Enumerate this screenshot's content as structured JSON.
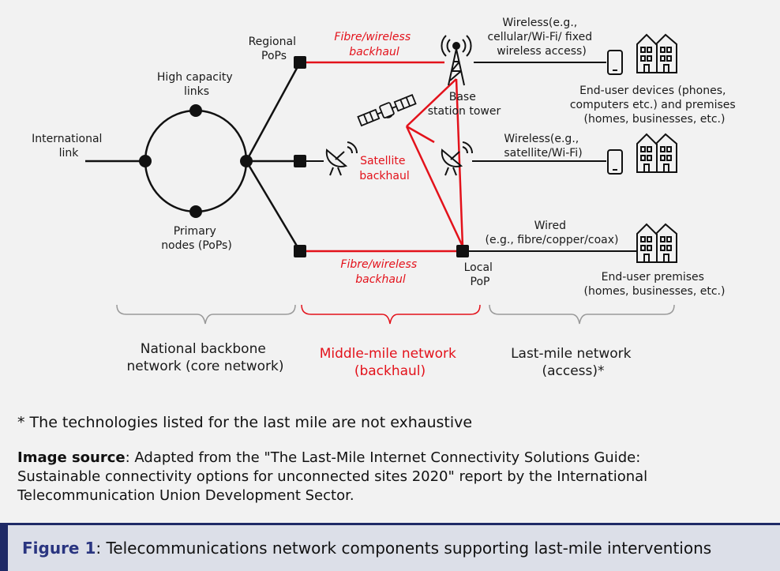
{
  "diagram": {
    "international_link": [
      "International",
      "link"
    ],
    "high_capacity_links": [
      "High capacity",
      "links"
    ],
    "primary_nodes": [
      "Primary",
      "nodes (PoPs)"
    ],
    "regional_pops": [
      "Regional",
      "PoPs"
    ],
    "fibre_top": [
      "Fibre/wireless",
      "backhaul"
    ],
    "fibre_bottom": [
      "Fibre/wireless",
      "backhaul"
    ],
    "satellite_backhaul": [
      "Satellite",
      "backhaul"
    ],
    "base_station": [
      "Base",
      "station tower"
    ],
    "local_pop": [
      "Local",
      "PoP"
    ],
    "wireless_top": [
      "Wireless(e.g.,",
      "cellular/Wi-Fi/ fixed",
      "wireless access)"
    ],
    "wireless_mid": [
      "Wireless(e.g.,",
      "satellite/Wi-Fi)"
    ],
    "wired": [
      "Wired",
      "(e.g., fibre/copper/coax)"
    ],
    "end_user_devices": [
      "End-user devices (phones,",
      "computers etc.) and premises",
      "(homes, businesses, etc.)"
    ],
    "end_user_premises": [
      "End-user premises",
      "(homes, businesses, etc.)"
    ]
  },
  "segments": {
    "backbone": [
      "National backbone",
      "network (core network)"
    ],
    "middle_mile": [
      "Middle-mile network",
      "(backhaul)"
    ],
    "last_mile": [
      "Last-mile network",
      "(access)*"
    ]
  },
  "footnote": "* The technologies listed for the last mile are not exhaustive",
  "source": {
    "label": "Image source",
    "text": ": Adapted from the \"The Last-Mile Internet Connectivity Solutions Guide: Sustainable connectivity options for unconnected sites 2020\" report by the International Telecommunication Union Development Sector."
  },
  "caption": {
    "figure_label": "Figure 1",
    "text": ": Telecommunications network components supporting last-mile interventions"
  },
  "colors": {
    "red": "#e3121b",
    "navy": "#1f2a66"
  }
}
